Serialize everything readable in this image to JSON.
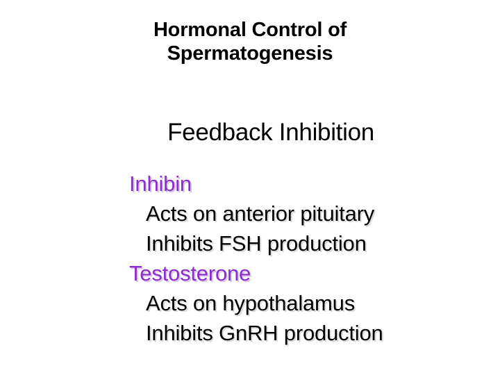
{
  "slide": {
    "background_color": "#ffffff",
    "title": {
      "lines": [
        "Hormonal Control of",
        "Spermatogenesis"
      ],
      "color": "#000000"
    },
    "subtitle": {
      "text": "Feedback Inhibition",
      "color": "#000000"
    },
    "body": {
      "accent_color": "#8b2fc9",
      "text_color": "#000000",
      "items": [
        {
          "level": 1,
          "text": "Inhibin"
        },
        {
          "level": 2,
          "text": "Acts on anterior pituitary"
        },
        {
          "level": 2,
          "text": "Inhibits FSH production"
        },
        {
          "level": 1,
          "text": "Testosterone"
        },
        {
          "level": 2,
          "text": "Acts on hypothalamus"
        },
        {
          "level": 2,
          "text": "Inhibits GnRH production"
        }
      ]
    }
  }
}
